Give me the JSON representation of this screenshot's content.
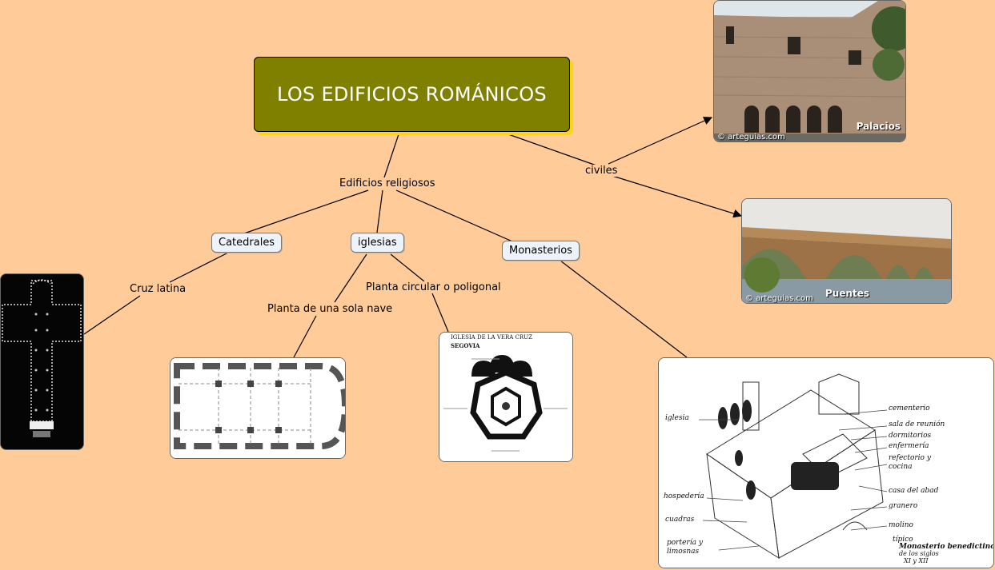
{
  "title": "LOS EDIFICIOS ROMÁNICOS",
  "link_labels": {
    "religiosos": "Edificios religiosos",
    "civiles": "civiles",
    "cruz_latina": "Cruz latina",
    "sola_nave": "Planta de una sola nave",
    "circular": "Planta circular o poligonal"
  },
  "concepts": {
    "catedrales": "Catedrales",
    "iglesias": "iglesias",
    "monasterios": "Monasterios"
  },
  "images": {
    "palacios": {
      "caption": "Palacios",
      "watermark": "© arteguias.com"
    },
    "puentes": {
      "caption": "Puentes",
      "watermark": "© arteguias.com"
    },
    "vera_cruz": {
      "heading": "IGLESIA DE LA VERA CRUZ",
      "city": "SEGOVIA"
    },
    "monasterio": {
      "labels": [
        "iglesia",
        "hospedería",
        "cuadras",
        "portería y limosnas",
        "cementerio",
        "sala de reunión",
        "dormitorios",
        "enfermería",
        "refectorio y cocina",
        "casa del abad",
        "granero",
        "molino"
      ],
      "caption_lines": [
        "típico",
        "Monasterio benedictino",
        "de los siglos",
        "XI y XII"
      ]
    }
  }
}
